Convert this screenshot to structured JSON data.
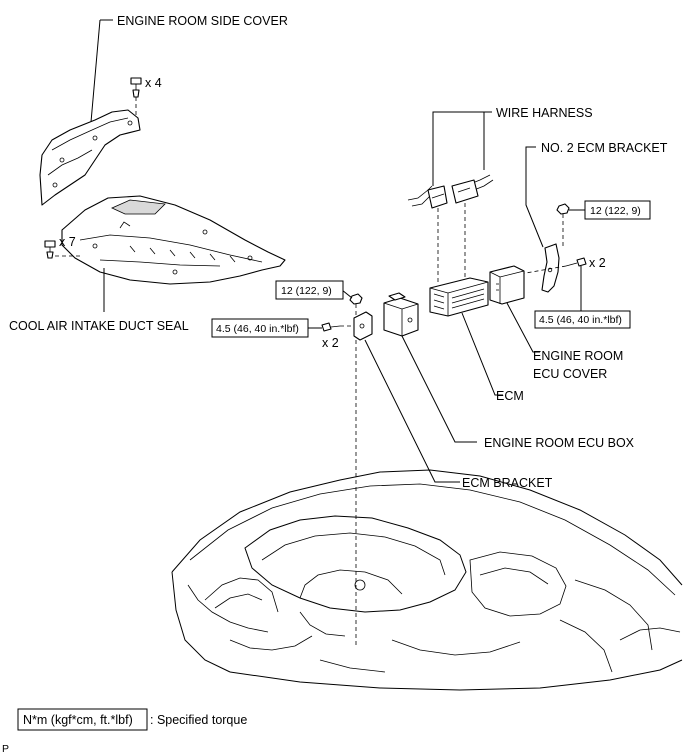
{
  "labels": {
    "side_cover": "ENGINE ROOM SIDE COVER",
    "duct_seal": "COOL AIR INTAKE DUCT SEAL",
    "wire_harness": "WIRE HARNESS",
    "no2_bracket": "NO. 2 ECM BRACKET",
    "ecu_cover_line1": "ENGINE ROOM",
    "ecu_cover_line2": "ECU COVER",
    "ecm": "ECM",
    "ecu_box": "ENGINE ROOM ECU BOX",
    "ecm_bracket": "ECM BRACKET"
  },
  "quantities": {
    "clip_cover": "x 4",
    "clip_seal": "x 7",
    "bolt_left": "x 2",
    "bolt_right": "x 2"
  },
  "torques": {
    "nut_right": "12 (122, 9)",
    "bolt_right": "4.5 (46, 40 in.*lbf)",
    "nut_left": "12 (122, 9)",
    "bolt_left": "4.5 (46, 40 in.*lbf)"
  },
  "legend": {
    "box_text": "N*m (kgf*cm, ft.*lbf)",
    "description": ": Specified torque"
  },
  "footer_code": "P"
}
